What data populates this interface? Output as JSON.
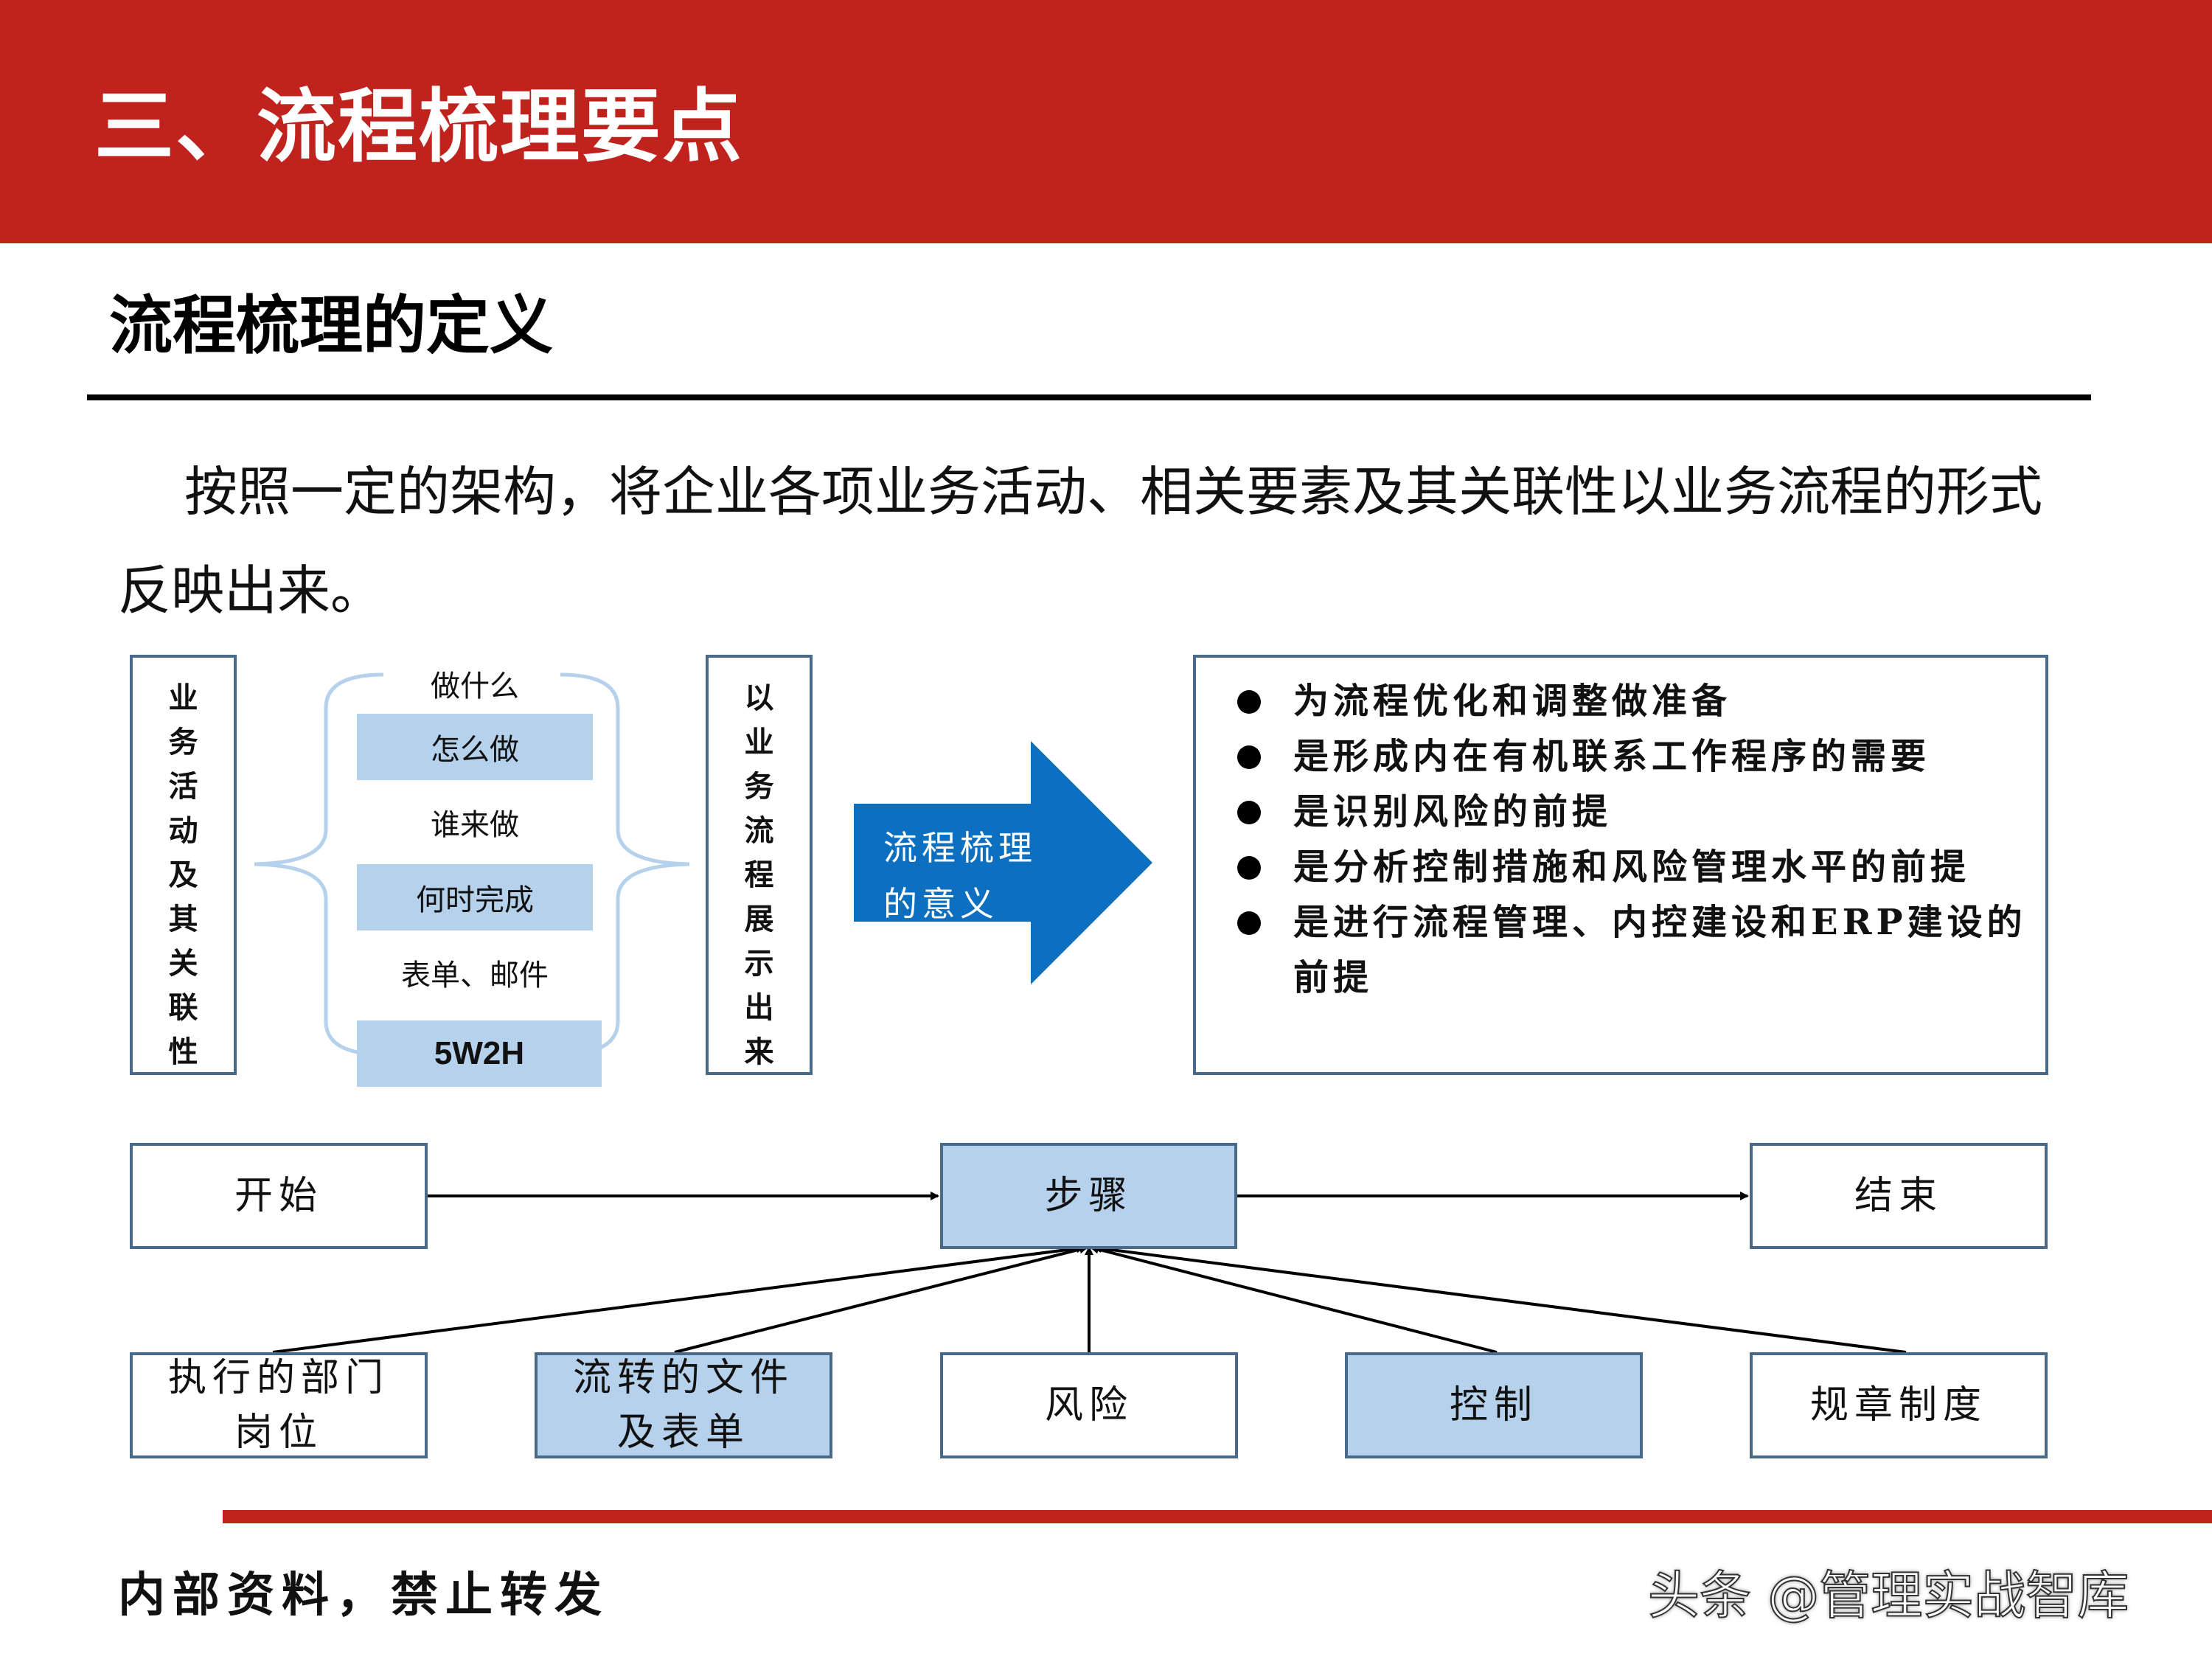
{
  "header": {
    "title": "三、流程梳理要点"
  },
  "section": {
    "title": "流程梳理的定义"
  },
  "definition": "按照一定的架构，将企业各项业务活动、相关要素及其关联性以业务流程的形式反映出来。",
  "left_box": {
    "chars": [
      "业",
      "务",
      "活",
      "动",
      "及",
      "其",
      "关",
      "联",
      "性"
    ]
  },
  "brace_items": [
    {
      "label": "做什么",
      "highlight": false
    },
    {
      "label": "怎么做",
      "highlight": true
    },
    {
      "label": "谁来做",
      "highlight": false
    },
    {
      "label": "何时完成",
      "highlight": true
    },
    {
      "label": "表单、邮件",
      "highlight": false
    },
    {
      "label": "5W2H",
      "highlight": true
    }
  ],
  "right_box": {
    "chars": [
      "以",
      "业",
      "务",
      "流",
      "程",
      "展",
      "示",
      "出",
      "来"
    ]
  },
  "arrow": {
    "line1": "流程梳理",
    "line2": "的意义"
  },
  "meaning_items": [
    "为流程优化和调整做准备",
    "是形成内在有机联系工作程序的需要",
    "是识别风险的前提",
    "是分析控制措施和风险管理水平的前提",
    "是进行流程管理、内控建设和ERP建设的前提"
  ],
  "flow": {
    "start": "开始",
    "step": "步骤",
    "end": "结束",
    "inputs": [
      {
        "line1": "执行的部门",
        "line2": "岗位",
        "highlight": false
      },
      {
        "line1": "流转的文件",
        "line2": "及表单",
        "highlight": true
      },
      {
        "line1": "风险",
        "line2": "",
        "highlight": false
      },
      {
        "line1": "控制",
        "line2": "",
        "highlight": true
      },
      {
        "line1": "规章制度",
        "line2": "",
        "highlight": false
      }
    ]
  },
  "footer": {
    "notice": "内部资料，禁止转发",
    "watermark": "头条 @管理实战智库"
  },
  "colors": {
    "banner": "#c0231e",
    "box_fill": "#b5d1ec",
    "arrow": "#0d6fbf",
    "border": "#4a6a8a"
  }
}
